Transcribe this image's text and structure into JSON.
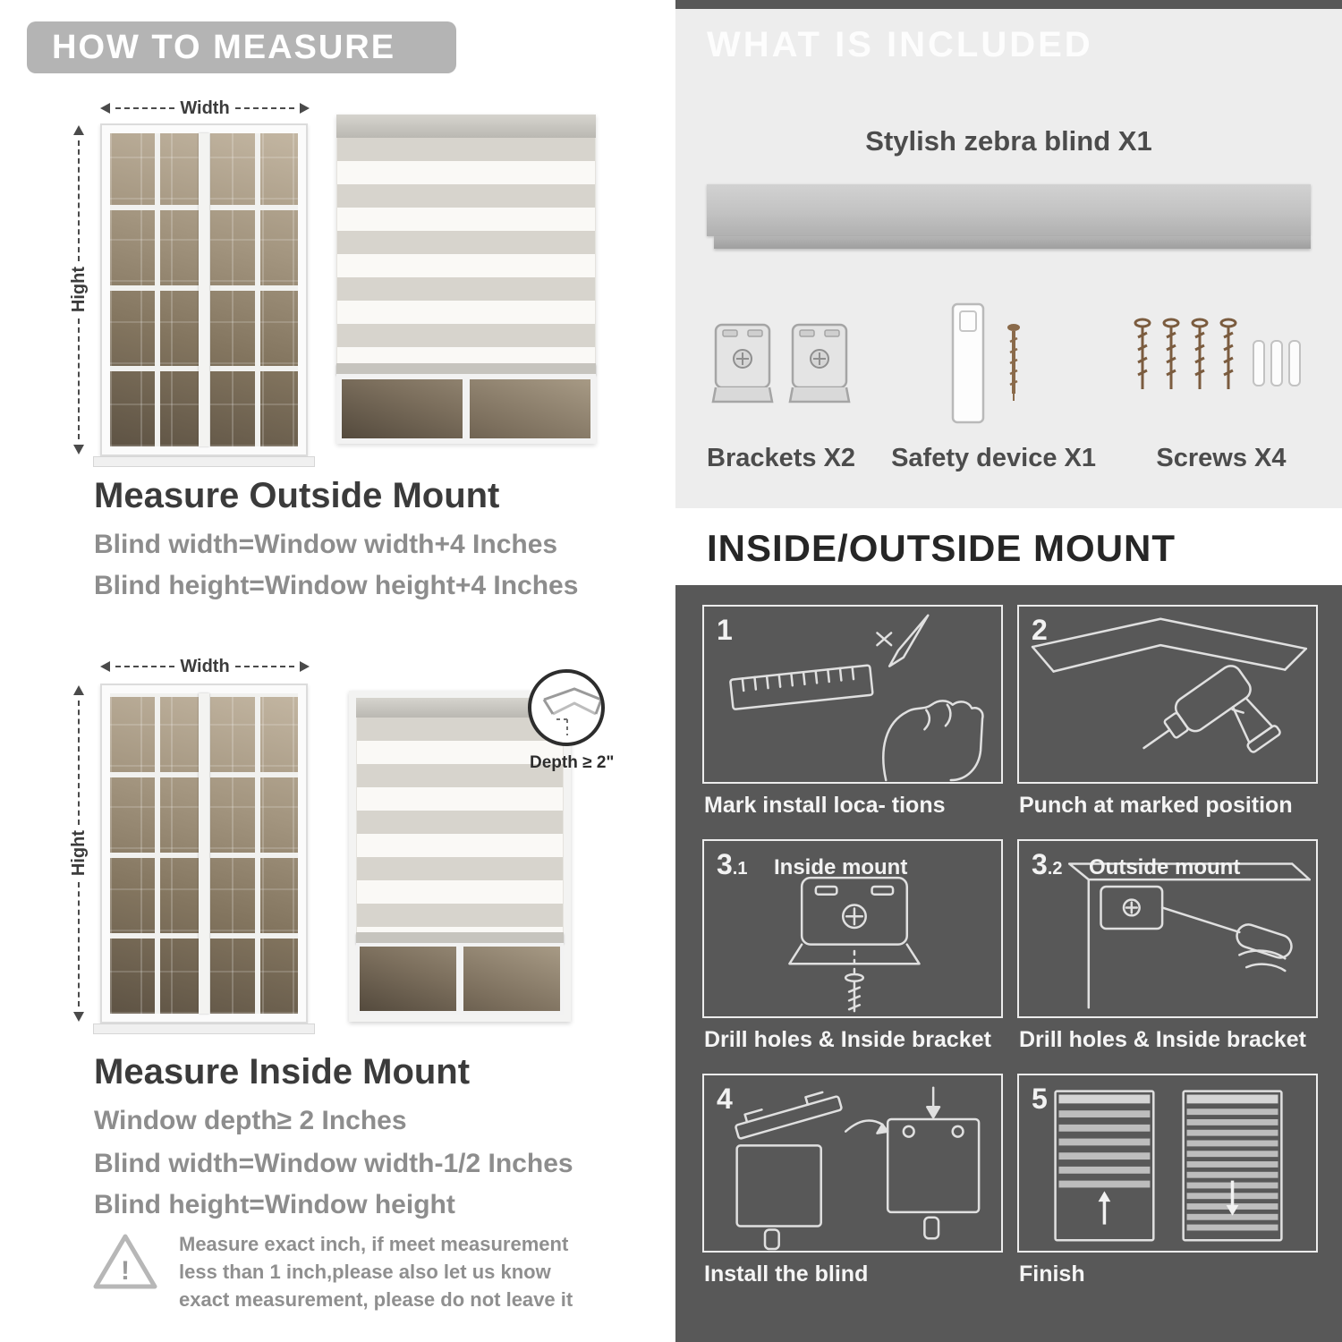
{
  "left": {
    "header": "HOW TO MEASURE",
    "outside": {
      "width_label": "Width",
      "height_label": "Hight",
      "title": "Measure Outside Mount",
      "line1": "Blind width=Window width+4 Inches",
      "line2": "Blind height=Window height+4 Inches"
    },
    "inside": {
      "width_label": "Width",
      "height_label": "Hight",
      "depth_label": "Depth ≥ 2\"",
      "title": "Measure Inside Mount",
      "line1": "Window depth≥ 2 Inches",
      "line2": "Blind width=Window width-1/2 Inches",
      "line3": "Blind height=Window height"
    },
    "warning": {
      "mark": "!",
      "text": "Measure exact inch, if meet measurement less than 1 inch,please also let us know exact measurement, please do not leave it"
    }
  },
  "right": {
    "included": {
      "header": "WHAT IS INCLUDED",
      "blind_label": "Stylish zebra blind X1",
      "items": [
        {
          "label": "Brackets X2"
        },
        {
          "label": "Safety device X1"
        },
        {
          "label": "Screws X4"
        }
      ]
    },
    "mount": {
      "header": "INSIDE/OUTSIDE MOUNT",
      "steps": [
        {
          "num": "1",
          "sub": "",
          "inbox": "",
          "caption": "Mark install loca- tions"
        },
        {
          "num": "2",
          "sub": "",
          "inbox": "",
          "caption": "Punch at  marked position"
        },
        {
          "num": "3",
          "sub": ".1",
          "inbox": "Inside mount",
          "caption": "Drill holes &  Inside bracket"
        },
        {
          "num": "3",
          "sub": ".2",
          "inbox": "Outside mount",
          "caption": "Drill holes &  Inside bracket"
        },
        {
          "num": "4",
          "sub": "",
          "inbox": "",
          "caption": "Install the blind"
        },
        {
          "num": "5",
          "sub": "",
          "inbox": "",
          "caption": "Finish"
        }
      ]
    }
  }
}
